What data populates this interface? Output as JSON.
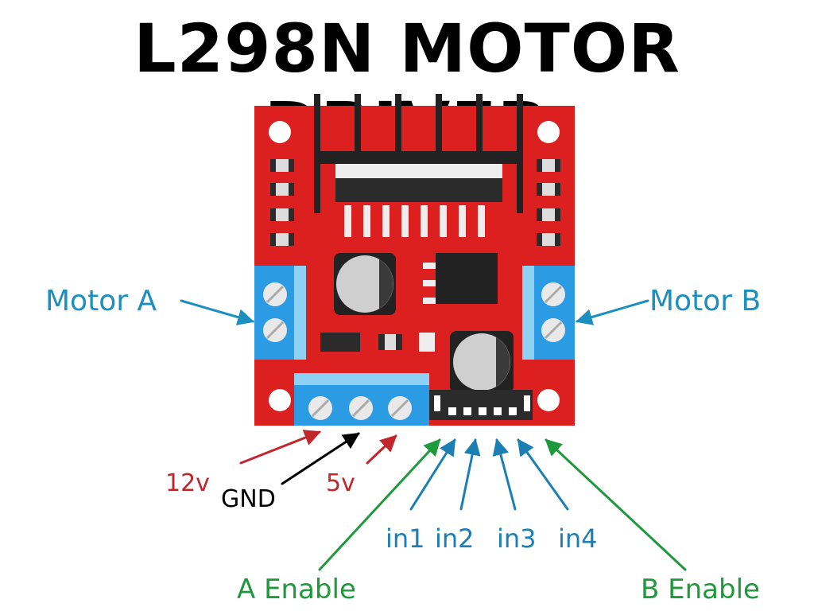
{
  "title": "L298N MOTOR DRIVER",
  "labels": {
    "motor_a": "Motor A",
    "motor_b": "Motor B",
    "v12": "12v",
    "gnd": "GND",
    "v5": "5v",
    "in1": "in1",
    "in2": "in2",
    "in3": "in3",
    "in4": "in4",
    "a_enable": "A Enable",
    "b_enable": "B Enable"
  },
  "colors": {
    "board": "#dc1f1f",
    "heatsink": "#222222",
    "terminal": "#2b9be3",
    "terminal_light": "#8fd0f5",
    "motor_label": "#1b8fc0",
    "power_label": "#c0262a",
    "gnd_label": "#000000",
    "input_label": "#1b7fb4",
    "enable_label": "#1e9a3c"
  }
}
